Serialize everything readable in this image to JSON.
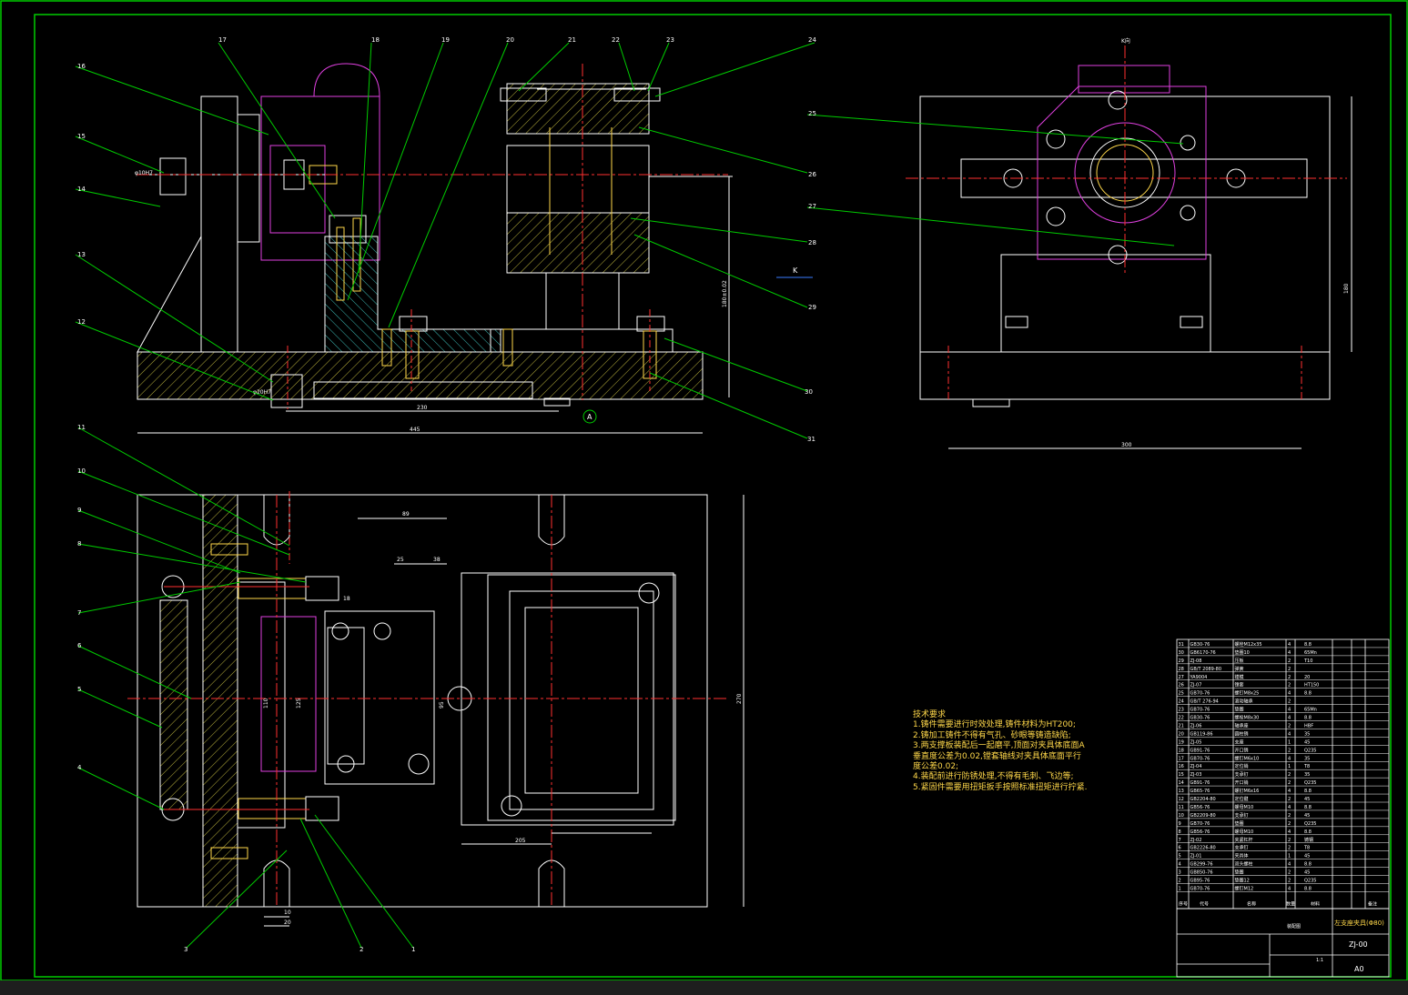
{
  "drawing": {
    "tech_title": "技术要求",
    "tech_lines": [
      "1.铸件需要进行时效处理,铸件材料为HT200;",
      "2.铸加工铸件不得有气孔、砂眼等铸造缺陷;",
      "3.两支撑板装配后一起磨平,顶面对夹具体底面A",
      "垂直度公差为0.02,镗套轴线对夹具体底面平行",
      "度公差0.02;",
      "4.装配前进行防锈处理,不得有毛刺、飞边等;",
      "5.紧固件需要用扭矩扳手按照标准扭矩进行拧紧."
    ],
    "part_numbers_top": [
      "16",
      "15",
      "14",
      "13",
      "12",
      "17",
      "18",
      "19",
      "20",
      "21",
      "22",
      "23",
      "24",
      "25",
      "26",
      "27",
      "28",
      "29",
      "30",
      "31"
    ],
    "part_numbers_bottom": [
      "11",
      "10",
      "9",
      "8",
      "7",
      "6",
      "5",
      "4",
      "3",
      "2",
      "1"
    ],
    "datum": "A",
    "view_label": "K向",
    "view_arrow": "K",
    "dims": {
      "d_phi10": "φ10H7",
      "d_phi20": "φ20H7",
      "d_230": "230",
      "d_445": "445",
      "d_300": "300",
      "d_205": "205",
      "d_89": "89",
      "d_25": "25",
      "d_38": "38",
      "d_10": "10",
      "d_18": "18",
      "d_20": "20",
      "d_125": "125",
      "d_110": "110",
      "d_95": "95",
      "d_180": "180",
      "d_180v": "180±0.02",
      "d_270": "270"
    },
    "title_block": {
      "name": "左支座夹具(Φ80)",
      "code": "ZJ-00",
      "size": "A0",
      "scale": "1:1",
      "assembly": "装配图"
    },
    "bom": [
      [
        "31",
        "GB30-76",
        "螺栓M12x35",
        "4",
        "8.8"
      ],
      [
        "30",
        "GB6170-76",
        "垫圈10",
        "4",
        "65Mn"
      ],
      [
        "29",
        "ZJ-08",
        "压板",
        "2",
        "T10"
      ],
      [
        "28",
        "GB/T 2089-80",
        "弹簧",
        "2",
        ""
      ],
      [
        "27",
        "YA9004",
        "镗模",
        "2",
        "20"
      ],
      [
        "26",
        "ZJ-07",
        "镗套",
        "2",
        "HT150"
      ],
      [
        "25",
        "GB70-76",
        "螺钉M8x25",
        "4",
        "8.8"
      ],
      [
        "24",
        "GB/T 276-94",
        "滚动轴承",
        "2",
        ""
      ],
      [
        "23",
        "GB70-76",
        "垫圈",
        "4",
        "65Mn"
      ],
      [
        "22",
        "GB30-76",
        "螺栓M8x30",
        "4",
        "8.8"
      ],
      [
        "21",
        "ZJ-06",
        "轴承座",
        "2",
        "HBF"
      ],
      [
        "20",
        "GB119-86",
        "圆柱销",
        "4",
        "35"
      ],
      [
        "19",
        "ZJ-05",
        "支座",
        "1",
        "45"
      ],
      [
        "18",
        "GB91-76",
        "开口销",
        "2",
        "Q235"
      ],
      [
        "17",
        "GB70-76",
        "螺钉M6x10",
        "4",
        "35"
      ],
      [
        "16",
        "ZJ-04",
        "定位销",
        "1",
        "T8"
      ],
      [
        "15",
        "ZJ-03",
        "支承钉",
        "2",
        "35"
      ],
      [
        "14",
        "GB91-76",
        "开口销",
        "2",
        "Q235"
      ],
      [
        "13",
        "GB65-76",
        "螺钉M6x16",
        "4",
        "8.8"
      ],
      [
        "12",
        "GB2204-80",
        "定位键",
        "2",
        "45"
      ],
      [
        "11",
        "GB56-76",
        "螺母M10",
        "4",
        "8.8"
      ],
      [
        "10",
        "GB2209-80",
        "支承钉",
        "2",
        "45"
      ],
      [
        "9",
        "GB70-76",
        "垫圈",
        "2",
        "Q235"
      ],
      [
        "8",
        "GB56-76",
        "螺母M10",
        "4",
        "8.8"
      ],
      [
        "7",
        "ZJ-02",
        "夹紧杠杆",
        "2",
        "铸钢"
      ],
      [
        "6",
        "GB2226-80",
        "支承钉",
        "2",
        "T8"
      ],
      [
        "5",
        "ZJ-01",
        "夹具体",
        "1",
        "45"
      ],
      [
        "4",
        "GB299-76",
        "双头螺柱",
        "4",
        "8.8"
      ],
      [
        "3",
        "GB850-76",
        "垫圈",
        "2",
        "45"
      ],
      [
        "2",
        "GB95-76",
        "垫圈12",
        "2",
        "Q235"
      ],
      [
        "1",
        "GB70-76",
        "螺钉M12",
        "4",
        "8.8"
      ]
    ],
    "bom_header": [
      "序号",
      "代号",
      "名称",
      "数量",
      "材料",
      "备注"
    ]
  }
}
